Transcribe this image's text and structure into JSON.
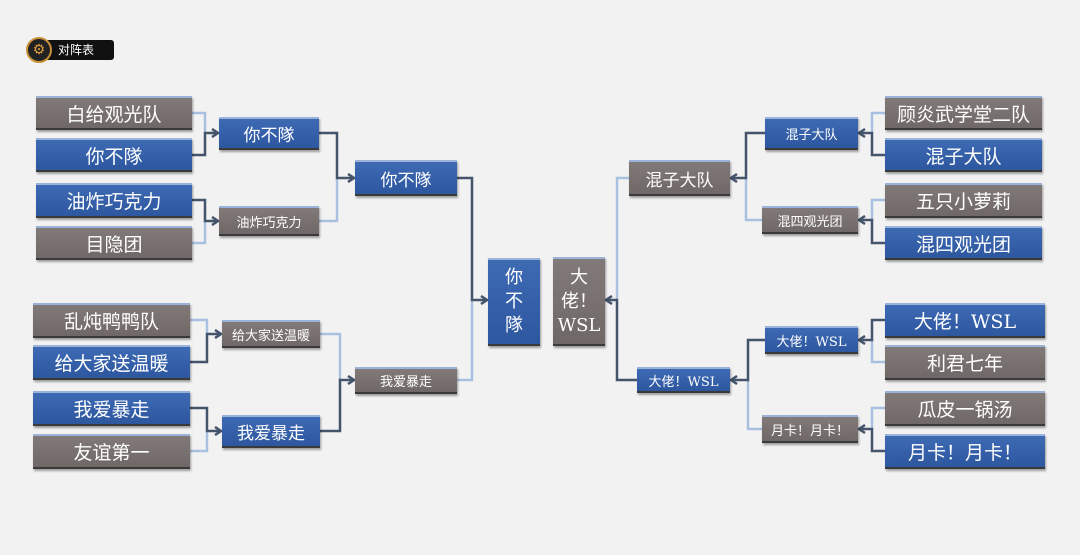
{
  "title": "对阵表",
  "colors": {
    "winner": "#2d579f",
    "loser": "#716a68",
    "winner_line": "#44546a",
    "loser_line": "#a9c0e0"
  },
  "left": {
    "round1": [
      {
        "name": "白给观光队",
        "winner": false
      },
      {
        "name": "你不隊",
        "winner": true
      },
      {
        "name": "油炸巧克力",
        "winner": true
      },
      {
        "name": "目隐团",
        "winner": false
      },
      {
        "name": "乱炖鸭鸭队",
        "winner": false
      },
      {
        "name": "给大家送温暖",
        "winner": true
      },
      {
        "name": "我爱暴走",
        "winner": true
      },
      {
        "name": "友谊第一",
        "winner": false
      }
    ],
    "round2": [
      {
        "name": "你不隊",
        "winner": true
      },
      {
        "name": "油炸巧克力",
        "winner": false
      },
      {
        "name": "给大家送温暖",
        "winner": false
      },
      {
        "name": "我爱暴走",
        "winner": true
      }
    ],
    "round3": [
      {
        "name": "你不隊",
        "winner": true
      },
      {
        "name": "我爱暴走",
        "winner": false
      }
    ]
  },
  "final": [
    {
      "name": "你\n不\n隊",
      "winner": true
    },
    {
      "name": "大\n佬！\nWSL",
      "winner": false
    }
  ],
  "right": {
    "round1": [
      {
        "name": "顾炎武学堂二队",
        "winner": false
      },
      {
        "name": "混子大队",
        "winner": true
      },
      {
        "name": "五只小萝莉",
        "winner": false
      },
      {
        "name": "混四观光团",
        "winner": true
      },
      {
        "name": "大佬！WSL",
        "winner": true
      },
      {
        "name": "利君七年",
        "winner": false
      },
      {
        "name": "瓜皮一锅汤",
        "winner": false
      },
      {
        "name": "月卡！月卡！",
        "winner": true
      }
    ],
    "round2": [
      {
        "name": "混子大队",
        "winner": true
      },
      {
        "name": "混四观光团",
        "winner": false
      },
      {
        "name": "大佬！WSL",
        "winner": true
      },
      {
        "name": "月卡！月卡！",
        "winner": false
      }
    ],
    "round3": [
      {
        "name": "混子大队",
        "winner": false
      },
      {
        "name": "大佬！WSL",
        "winner": true
      }
    ]
  }
}
